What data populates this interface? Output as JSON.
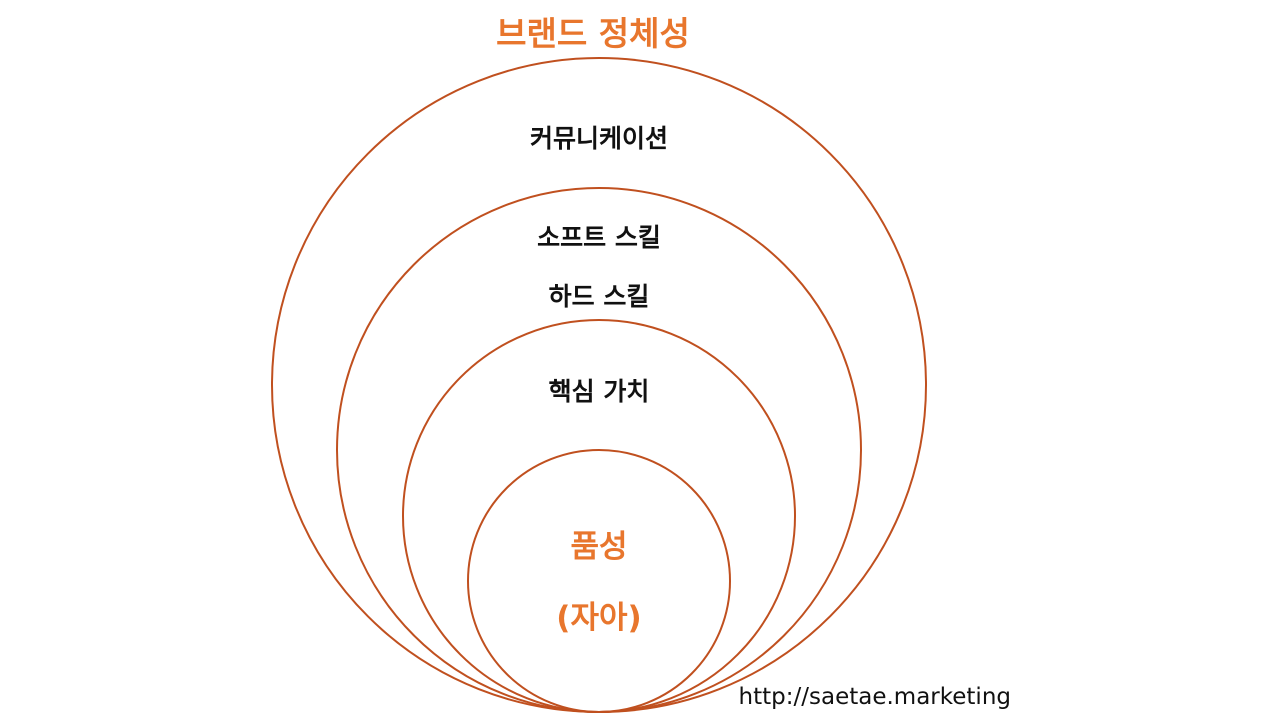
{
  "colors": {
    "accent": "#E8762D",
    "ring_stroke": "#C0501F",
    "text": "#111111",
    "background": "#FFFFFF"
  },
  "diagram": {
    "title": "브랜드 정체성",
    "layers": {
      "communication": "커뮤니케이션",
      "soft_skills": "소프트 스킬",
      "hard_skills": "하드 스킬",
      "core_values": "핵심 가치"
    },
    "core": {
      "line1": "품성",
      "line2": "(자아)"
    }
  },
  "footer": {
    "url": "http://saetae.marketing"
  }
}
